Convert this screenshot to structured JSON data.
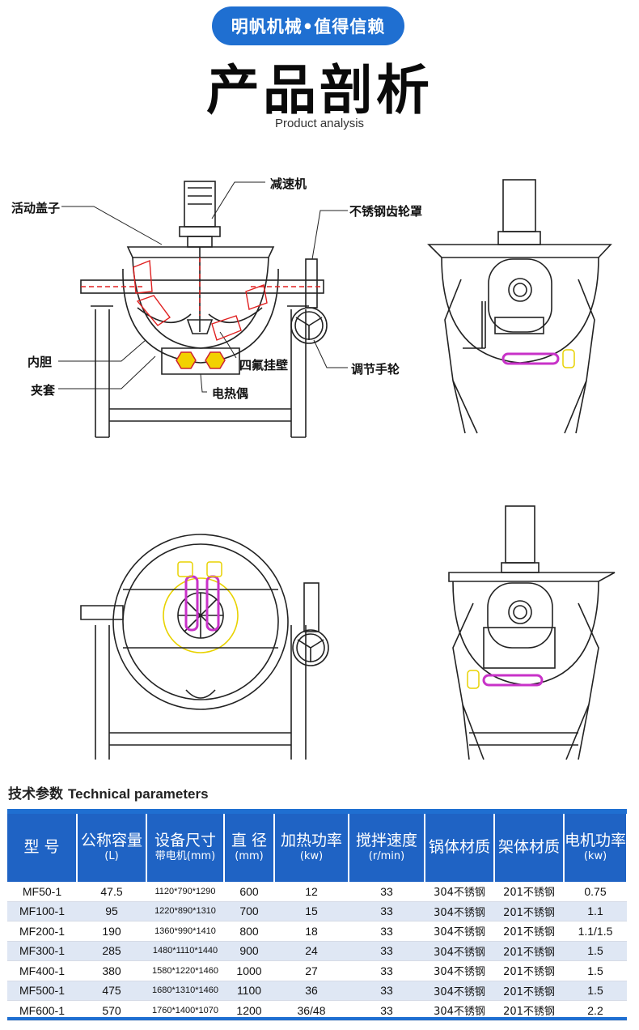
{
  "banner": "明帆机械•值得信赖",
  "title": "产品剖析",
  "subtitle": "Product analysis",
  "labels": {
    "lid": "活动盖子",
    "reducer": "减速机",
    "gear_cover": "不锈钢齿轮罩",
    "inner": "内胆",
    "jacket": "夹套",
    "ptfe_wall": "四氟挂壁",
    "handwheel": "调节手轮",
    "thermocouple": "电热偶"
  },
  "tech": {
    "title_cn": "技术参数",
    "title_en": "Technical parameters"
  },
  "table": {
    "headers": [
      {
        "title": "型 号",
        "unit": ""
      },
      {
        "title": "公称容量",
        "unit": "(L)"
      },
      {
        "title": "设备尺寸",
        "unit": "带电机(mm)"
      },
      {
        "title": "直 径",
        "unit": "(mm)"
      },
      {
        "title": "加热功率",
        "unit": "(kw)"
      },
      {
        "title": "搅拌速度",
        "unit": "(r/min)"
      },
      {
        "title": "锅体材质",
        "unit": ""
      },
      {
        "title": "架体材质",
        "unit": ""
      },
      {
        "title": "电机功率",
        "unit": "(kw)"
      }
    ],
    "rows": [
      [
        "MF50-1",
        "47.5",
        "1120*790*1290",
        "600",
        "12",
        "33",
        "304不锈钢",
        "201不锈钢",
        "0.75"
      ],
      [
        "MF100-1",
        "95",
        "1220*890*1310",
        "700",
        "15",
        "33",
        "304不锈钢",
        "201不锈钢",
        "1.1"
      ],
      [
        "MF200-1",
        "190",
        "1360*990*1410",
        "800",
        "18",
        "33",
        "304不锈钢",
        "201不锈钢",
        "1.1/1.5"
      ],
      [
        "MF300-1",
        "285",
        "1480*1110*1440",
        "900",
        "24",
        "33",
        "304不锈钢",
        "201不锈钢",
        "1.5"
      ],
      [
        "MF400-1",
        "380",
        "1580*1220*1460",
        "1000",
        "27",
        "33",
        "304不锈钢",
        "201不锈钢",
        "1.5"
      ],
      [
        "MF500-1",
        "475",
        "1680*1310*1460",
        "1100",
        "36",
        "33",
        "304不锈钢",
        "201不锈钢",
        "1.5"
      ],
      [
        "MF600-1",
        "570",
        "1760*1400*1070",
        "1200",
        "36/48",
        "33",
        "304不锈钢",
        "201不锈钢",
        "2.2"
      ]
    ]
  },
  "colors": {
    "accent": "#1f63c4",
    "heater": "#c832c8",
    "highlight": "#e8d200",
    "cutaway": "#e02020"
  }
}
